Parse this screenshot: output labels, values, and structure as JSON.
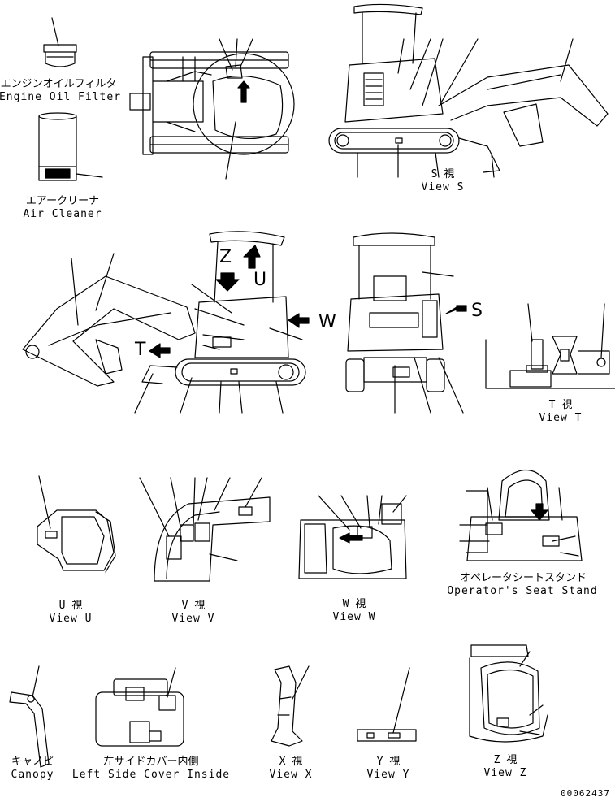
{
  "colors": {
    "line": "#000000",
    "background": "#ffffff"
  },
  "labels": {
    "engine_oil_filter": {
      "jp": "エンジンオイルフィルタ",
      "en": "Engine Oil Filter"
    },
    "air_cleaner": {
      "jp": "エアークリーナ",
      "en": "Air Cleaner"
    },
    "view_s": {
      "jp": "S 視",
      "en": "View S"
    },
    "view_t": {
      "jp": "T 視",
      "en": "View T"
    },
    "view_u": {
      "jp": "U 視",
      "en": "View U"
    },
    "view_v": {
      "jp": "V 視",
      "en": "View V"
    },
    "view_w": {
      "jp": "W 視",
      "en": "View W"
    },
    "operator_seat_stand": {
      "jp": "オペレータシートスタンド",
      "en": "Operator's Seat Stand"
    },
    "canopy": {
      "jp": "キャノピ",
      "en": "Canopy"
    },
    "left_side_cover_inside": {
      "jp": "左サイドカバー内側",
      "en": "Left Side Cover Inside"
    },
    "view_x": {
      "jp": "X 視",
      "en": "View X"
    },
    "view_y": {
      "jp": "Y 視",
      "en": "View Y"
    },
    "view_z": {
      "jp": "Z 視",
      "en": "View Z"
    }
  },
  "view_arrows": {
    "t": "T",
    "u": "U",
    "w": "W",
    "s": "S",
    "z": "Z"
  },
  "document_number": "00062437"
}
